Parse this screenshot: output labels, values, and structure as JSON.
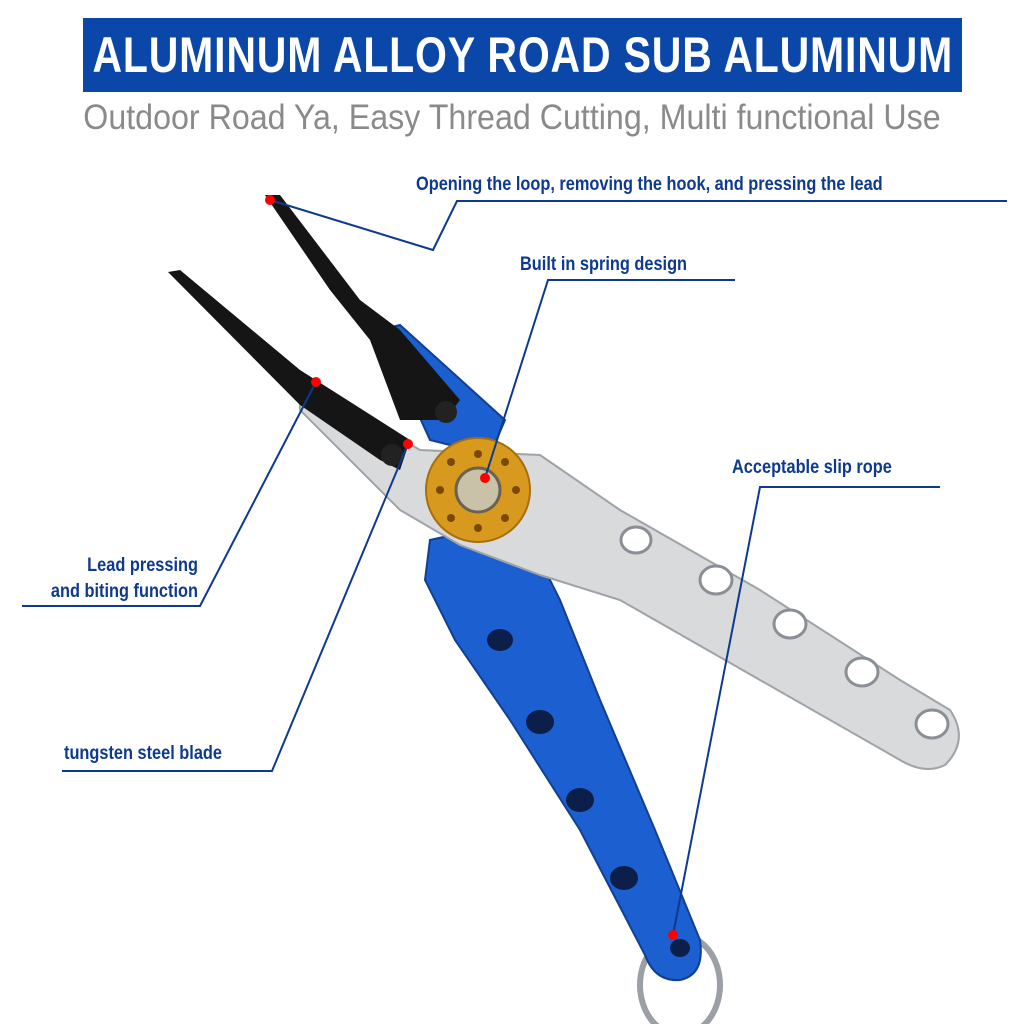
{
  "header": {
    "title": "ALUMINUM ALLOY ROAD SUB ALUMINUM",
    "subtitle": "Outdoor Road Ya, Easy Thread Cutting, Multi functional Use"
  },
  "callouts": [
    {
      "text": "Opening the loop, removing the hook, and pressing the lead"
    },
    {
      "text": "Built in spring design"
    },
    {
      "text": "Acceptable slip rope"
    },
    {
      "line1": "Lead pressing",
      "line2": "and biting function"
    },
    {
      "text": "tungsten steel blade"
    }
  ],
  "colors": {
    "banner": "#0a47a8",
    "label": "#0d3a8f",
    "subtitle": "#8a8a8a",
    "blue_handle": "#1c5fd0",
    "silver_handle": "#d9dadc",
    "pivot": "#d89a1e",
    "marker": "#ff0000"
  }
}
